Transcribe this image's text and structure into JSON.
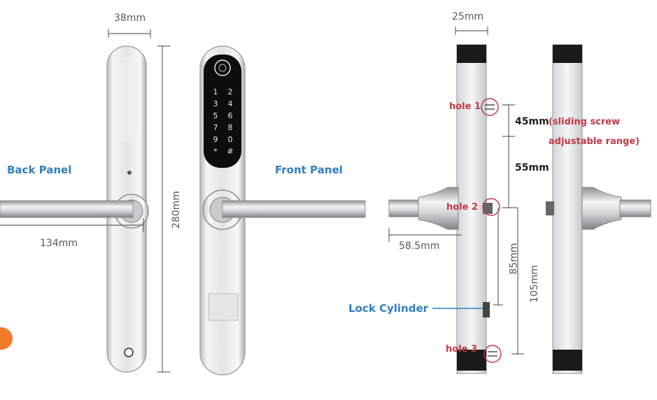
{
  "dimensions": {
    "back_width": "38mm",
    "handle_length": "134mm",
    "total_height": "280mm",
    "side_width": "25mm",
    "handle_offset": "58.5mm",
    "hole1_hole2_range": "45mm",
    "sliding_note_line1": "(sliding screw",
    "sliding_note_line2": "adjustable range)",
    "hole1_hole2_max": "55mm",
    "hole2_cylinder": "85mm",
    "hole2_hole3": "105mm"
  },
  "labels": {
    "back_panel": "Back Panel",
    "front_panel": "Front Panel",
    "lock_cylinder": "Lock Cylinder",
    "hole1": "hole 1",
    "hole2": "hole 2",
    "hole3": "hole 3"
  },
  "keypad": {
    "keys": [
      "1",
      "2",
      "3",
      "4",
      "5",
      "6",
      "7",
      "8",
      "9",
      "0",
      "*",
      "#"
    ]
  },
  "colors": {
    "label_blue": "#2f7fc1",
    "label_red": "#c23a45",
    "accent_orange": "#f07a2a"
  }
}
